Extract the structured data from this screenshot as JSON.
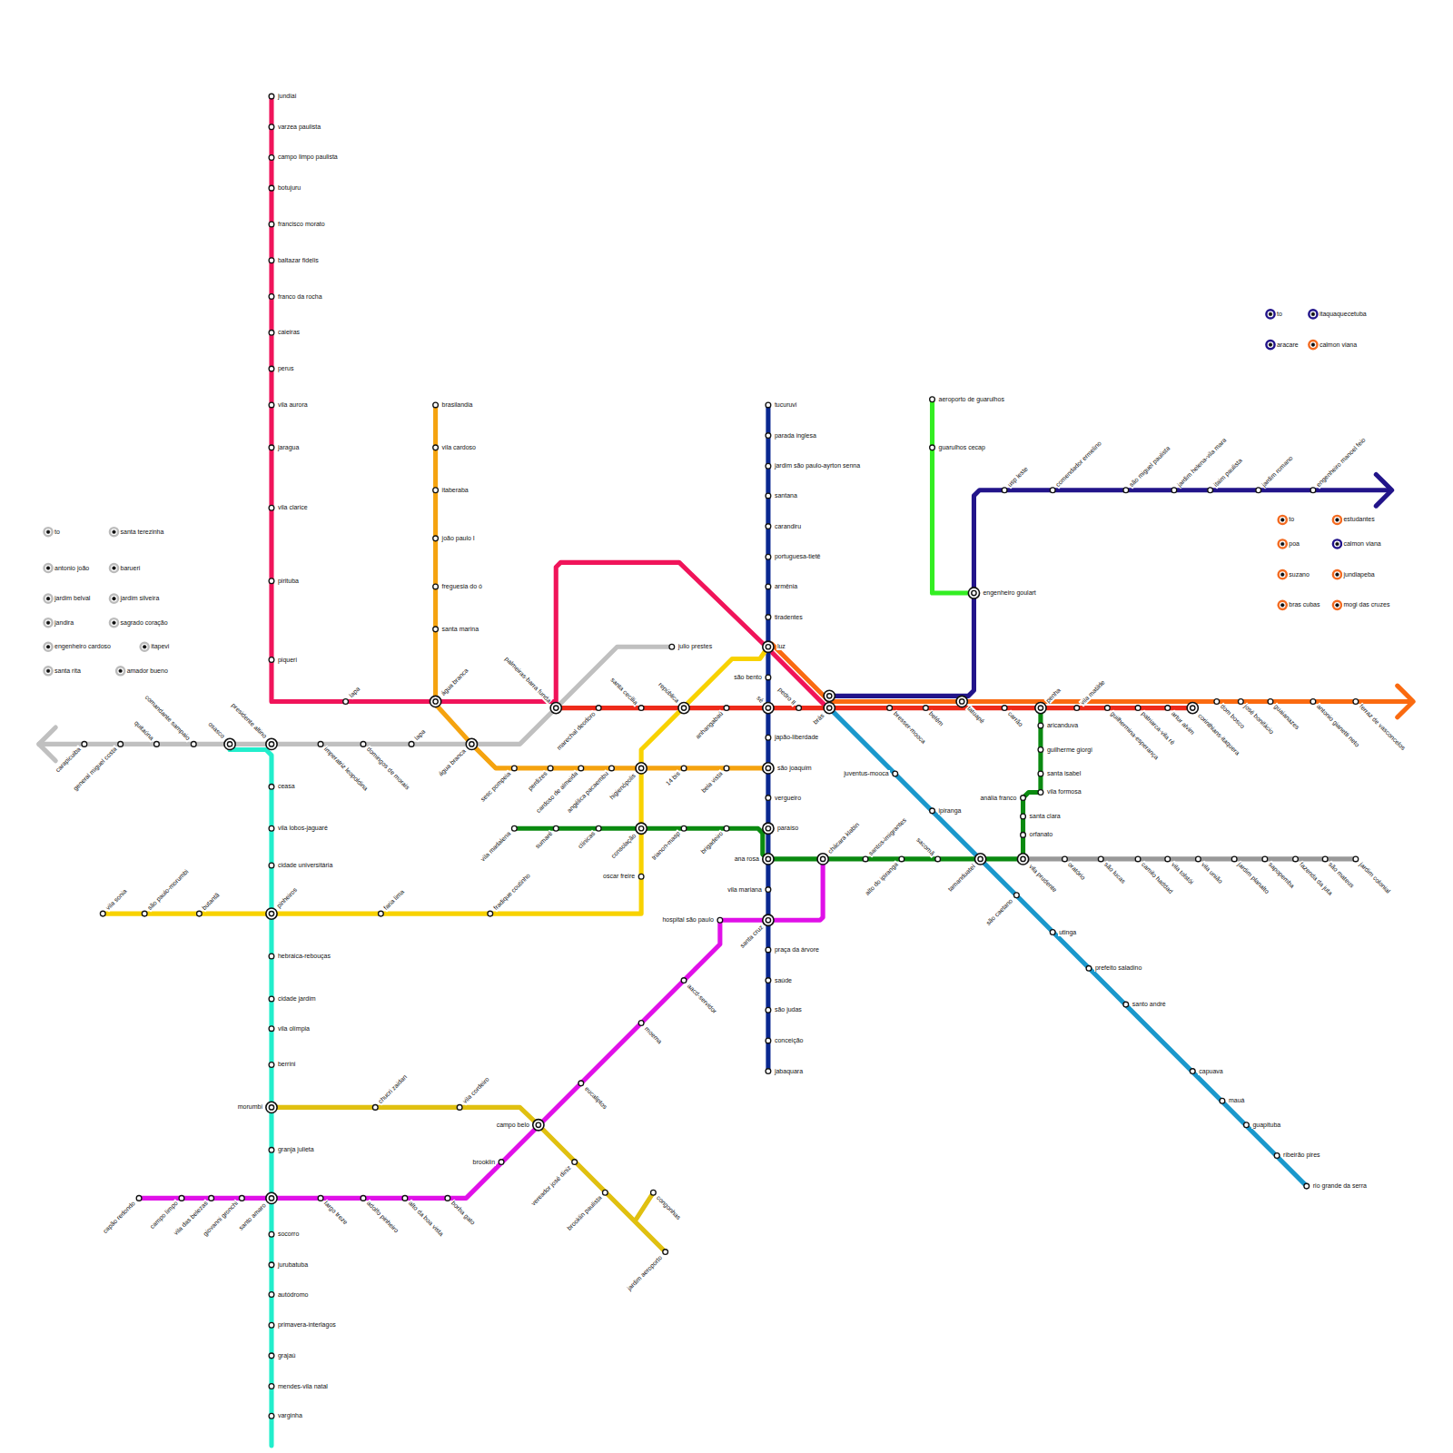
{
  "diagram": {
    "labels": [
      "jundiai",
      "varzea paulista",
      "campo limpo paulista",
      "botujuru",
      "francisco morato",
      "baltazar fidelis",
      "franco da rocha",
      "caieiras",
      "perus",
      "vila aurora",
      "jaragua",
      "vila clarice",
      "pirituba",
      "piqueri",
      "lapa",
      "água branca",
      "palmeiras-barra funda",
      "brasilandia",
      "vila cardoso",
      "itaberaba",
      "joão paulo I",
      "freguesia do ó",
      "santa marina",
      "água branca",
      "sesc pompeia",
      "perdizes",
      "cardoso de almeida",
      "angélica pacaembu",
      "higienópolis",
      "14 bis",
      "bela vista",
      "são joaquim",
      "carapicuiba",
      "general miguel costa",
      "quitaúna",
      "comandante sampaio",
      "osasco",
      "presidente altino",
      "imperatriz leopoldina",
      "domingos de morais",
      "lapa",
      "julio prestes",
      "to",
      "antonio joão",
      "jardim belval",
      "jandira",
      "engenheiro cardoso",
      "santa rita",
      "santa terezinha",
      "barueri",
      "jardim silveira",
      "sagrado coração",
      "itapevi",
      "amador bueno",
      "marechal deodoro",
      "santa cecília",
      "república",
      "anhangabaú",
      "sé",
      "pedro II",
      "brás",
      "bresser-mooca",
      "belém",
      "tatuapé",
      "carrão",
      "penha",
      "vila matilde",
      "guilhermina-esperança",
      "patriarca-vila ré",
      "artur alvim",
      "corinthians-itaquera",
      "dom bosco",
      "josé bonifácio",
      "guaianazes",
      "antonio gianetti neto",
      "ferraz de vasconcelos",
      "engenheiro goulart",
      "usp leste",
      "comendador ermelino",
      "são miguel paulista",
      "jardim helena-vila mara",
      "itaim paulista",
      "jardim romano",
      "engenheiro manoel feio",
      "to",
      "aracare",
      "itaquaquecetuba",
      "calmon viana",
      "aeroporto de guarulhos",
      "guarulhos cecap",
      "to",
      "poa",
      "suzano",
      "bras cubas",
      "estudantes",
      "calmon viana",
      "jundiapeba",
      "mogi das cruzes",
      "tucuruvi",
      "parada inglesa",
      "jardim são paulo-ayrton senna",
      "santana",
      "carandiru",
      "portuguesa-tietê",
      "armênia",
      "tiradentes",
      "luz",
      "são bento",
      "japão-liberdade",
      "vergueiro",
      "paraíso",
      "ana rosa",
      "vila mariana",
      "santa cruz",
      "praça da árvore",
      "saúde",
      "são judas",
      "conceição",
      "jabaquara",
      "vila madalena",
      "sumaré",
      "clínicas",
      "consolação",
      "trianon-masp",
      "brigadeiro",
      "chácara klabin",
      "santos-imigrantes",
      "alto do ipiranga",
      "sacomã",
      "tamanduateí",
      "vila prudente",
      "orfanato",
      "santa clara",
      "anália franco",
      "vila formosa",
      "santa isabel",
      "guilherme giorgi",
      "aricanduva",
      "oratório",
      "são lucas",
      "camilo haddad",
      "vila tolstói",
      "vila união",
      "jardim planalto",
      "sapopemba",
      "fazenda da juta",
      "são mateus",
      "jardim colonial",
      "juventus-mooca",
      "ipiranga",
      "são caetano",
      "utinga",
      "prefeito saladino",
      "santo andré",
      "capuava",
      "mauá",
      "guapituba",
      "ribeirão pires",
      "rio grande da serra",
      "oscar freire",
      "fradique coutinho",
      "faria lima",
      "pinheiros",
      "butantã",
      "são paulo-morumbi",
      "vila sonia",
      "ceasa",
      "vila lobos-jaguaré",
      "cidade universitária",
      "hebraica-rebouças",
      "cidade jardim",
      "vila olímpia",
      "berrini",
      "morumbi",
      "granja julieta",
      "santo amaro",
      "socorro",
      "jurubatuba",
      "autódromo",
      "primavera-interlagos",
      "grajaú",
      "mendes-vila natal",
      "varginha",
      "chucri zaidan",
      "vila cordeiro",
      "campo belo",
      "vereador josé diniz",
      "brooklin paulista",
      "congonhas",
      "jardim aeroporto",
      "capão redondo",
      "campo limpo",
      "vila das belezas",
      "giovanni gronchi",
      "largo treze",
      "adolfo pinheiro",
      "alto da boa vista",
      "borba gato",
      "brooklin",
      "eucaliptos",
      "moema",
      "aacd-servidor",
      "hospital são paulo"
    ]
  }
}
